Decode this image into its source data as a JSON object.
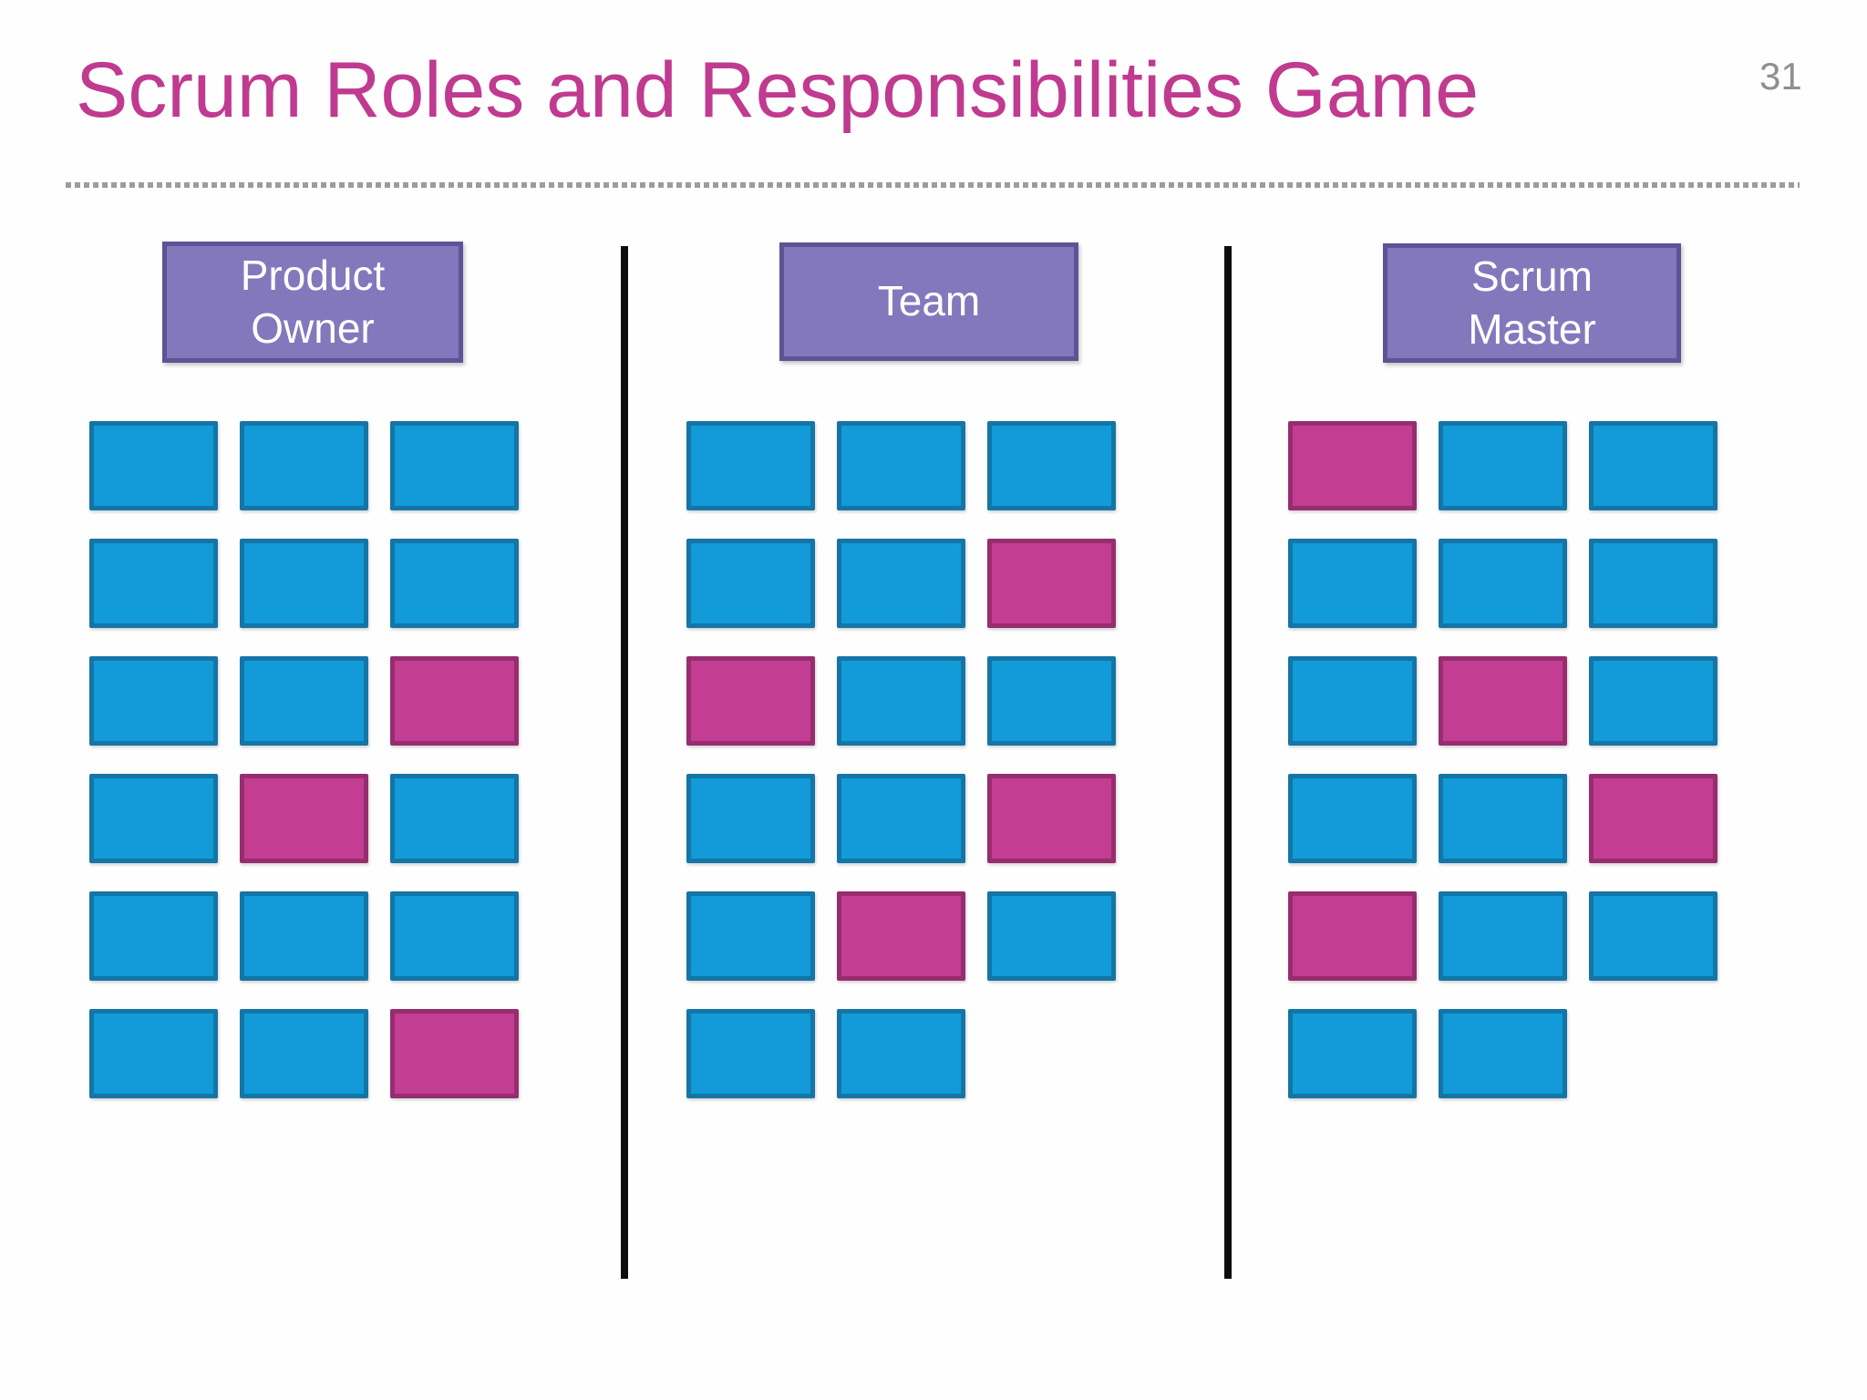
{
  "slide": {
    "title": "Scrum Roles and Responsibilities Game",
    "page_number": "31"
  },
  "colors": {
    "title": "#C03A90",
    "page_number": "#8F8F8F",
    "dotted_line": "#9C9C9C",
    "header_fill": "#8478BD",
    "header_border": "#5E5396",
    "card_blue": "#129BD8",
    "card_blue_border": "#1475A6",
    "card_magenta": "#C33E92",
    "card_magenta_border": "#962D6F",
    "divider": "#0D0D0D"
  },
  "columns": [
    {
      "id": "product-owner",
      "label": "Product\nOwner",
      "cards": [
        [
          "blue",
          "blue",
          "blue"
        ],
        [
          "blue",
          "blue",
          "blue"
        ],
        [
          "blue",
          "blue",
          "magenta"
        ],
        [
          "blue",
          "magenta",
          "blue"
        ],
        [
          "blue",
          "blue",
          "blue"
        ],
        [
          "blue",
          "blue",
          "magenta"
        ]
      ]
    },
    {
      "id": "team",
      "label": "Team",
      "cards": [
        [
          "blue",
          "blue",
          "blue"
        ],
        [
          "blue",
          "blue",
          "magenta"
        ],
        [
          "magenta",
          "blue",
          "blue"
        ],
        [
          "blue",
          "blue",
          "magenta"
        ],
        [
          "blue",
          "magenta",
          "blue"
        ],
        [
          "blue",
          "blue"
        ]
      ]
    },
    {
      "id": "scrum-master",
      "label": "Scrum\nMaster",
      "cards": [
        [
          "magenta",
          "blue",
          "blue"
        ],
        [
          "blue",
          "blue",
          "blue"
        ],
        [
          "blue",
          "magenta",
          "blue"
        ],
        [
          "blue",
          "blue",
          "magenta"
        ],
        [
          "magenta",
          "blue",
          "blue"
        ],
        [
          "blue",
          "blue"
        ]
      ]
    }
  ]
}
